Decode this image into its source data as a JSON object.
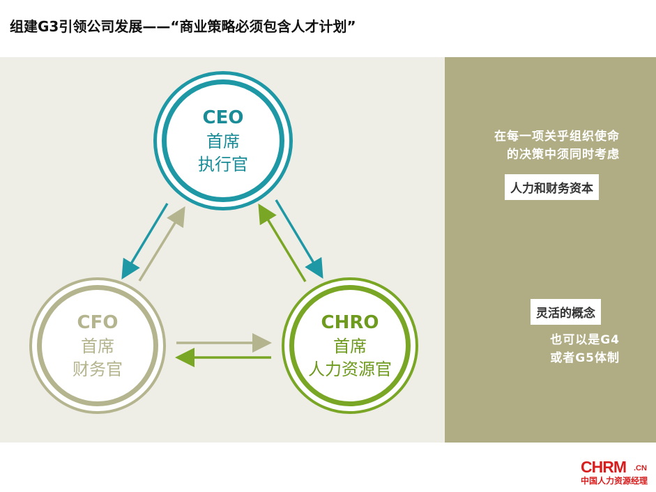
{
  "title": "组建G3引领公司发展——“商业策略必须包含人才计划”",
  "nodes": {
    "ceo": {
      "abbr": "CEO",
      "line1": "首席",
      "line2": "执行官"
    },
    "cfo": {
      "abbr": "CFO",
      "line1": "首席",
      "line2": "财务官"
    },
    "chro": {
      "abbr": "CHRO",
      "line1": "首席",
      "line2": "人力资源官"
    }
  },
  "side": {
    "statement": [
      "在每一项关乎组织使命",
      "的决策中须同时考虑"
    ],
    "box1": "人力和财务资本",
    "box2": "灵活的概念",
    "note": [
      "也可以是G4",
      "或者G5体制"
    ]
  },
  "logo": {
    "main": "CHRM",
    "domain": ".CN",
    "sub": "中国人力资源经理"
  },
  "colors": {
    "teal": "#1f98a6",
    "olive": "#b4b48e",
    "green": "#7aa625",
    "panel": "#b0ad85"
  }
}
